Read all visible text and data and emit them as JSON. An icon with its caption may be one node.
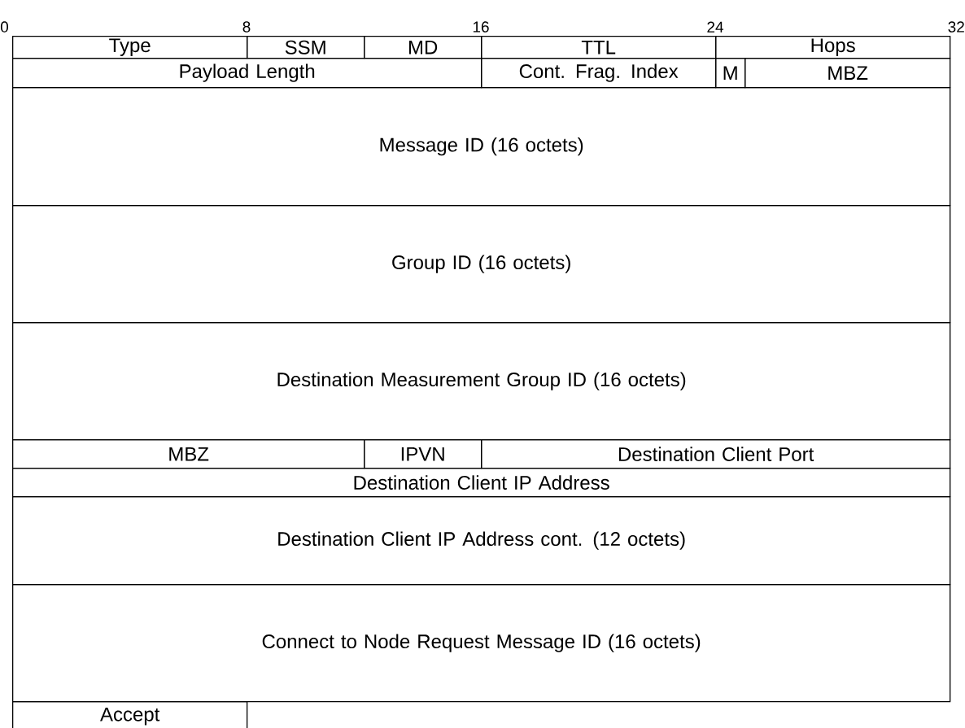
{
  "diagram": {
    "nodes": [
      {
        "text": [
          "Type"
        ]
      },
      {
        "text": [
          "SSM"
        ]
      },
      {
        "text": [
          "MD"
        ]
      },
      {
        "text": [
          "TTL"
        ]
      },
      {
        "text": [
          "Hops"
        ]
      },
      {
        "text": [
          "Payload Length"
        ]
      },
      {
        "text": [
          "Cont. Frag. Index"
        ]
      },
      {
        "text": [
          "M"
        ]
      },
      {
        "text": [
          "MBZ"
        ]
      },
      {
        "text": [
          "Message ID (16 octets)"
        ]
      },
      {
        "text": [
          "Group ID (16 octets)"
        ]
      },
      {
        "text": [
          "Destination Measurement Group ID (16 octets)"
        ]
      },
      {
        "text": [
          "MBZ"
        ]
      },
      {
        "text": [
          "IPVN"
        ]
      },
      {
        "text": [
          "Destination Client Port"
        ]
      },
      {
        "text": [
          "Destination Client IP Address"
        ]
      },
      {
        "text": [
          "Destination Client IP Address cont. (12 octets)"
        ]
      },
      {
        "text": [
          "Connect to Node Request Message ID (16 octets)"
        ]
      },
      {
        "text": [
          "Accept"
        ]
      }
    ],
    "labels": [
      "0",
      "8",
      "16",
      "24",
      "32"
    ]
  }
}
